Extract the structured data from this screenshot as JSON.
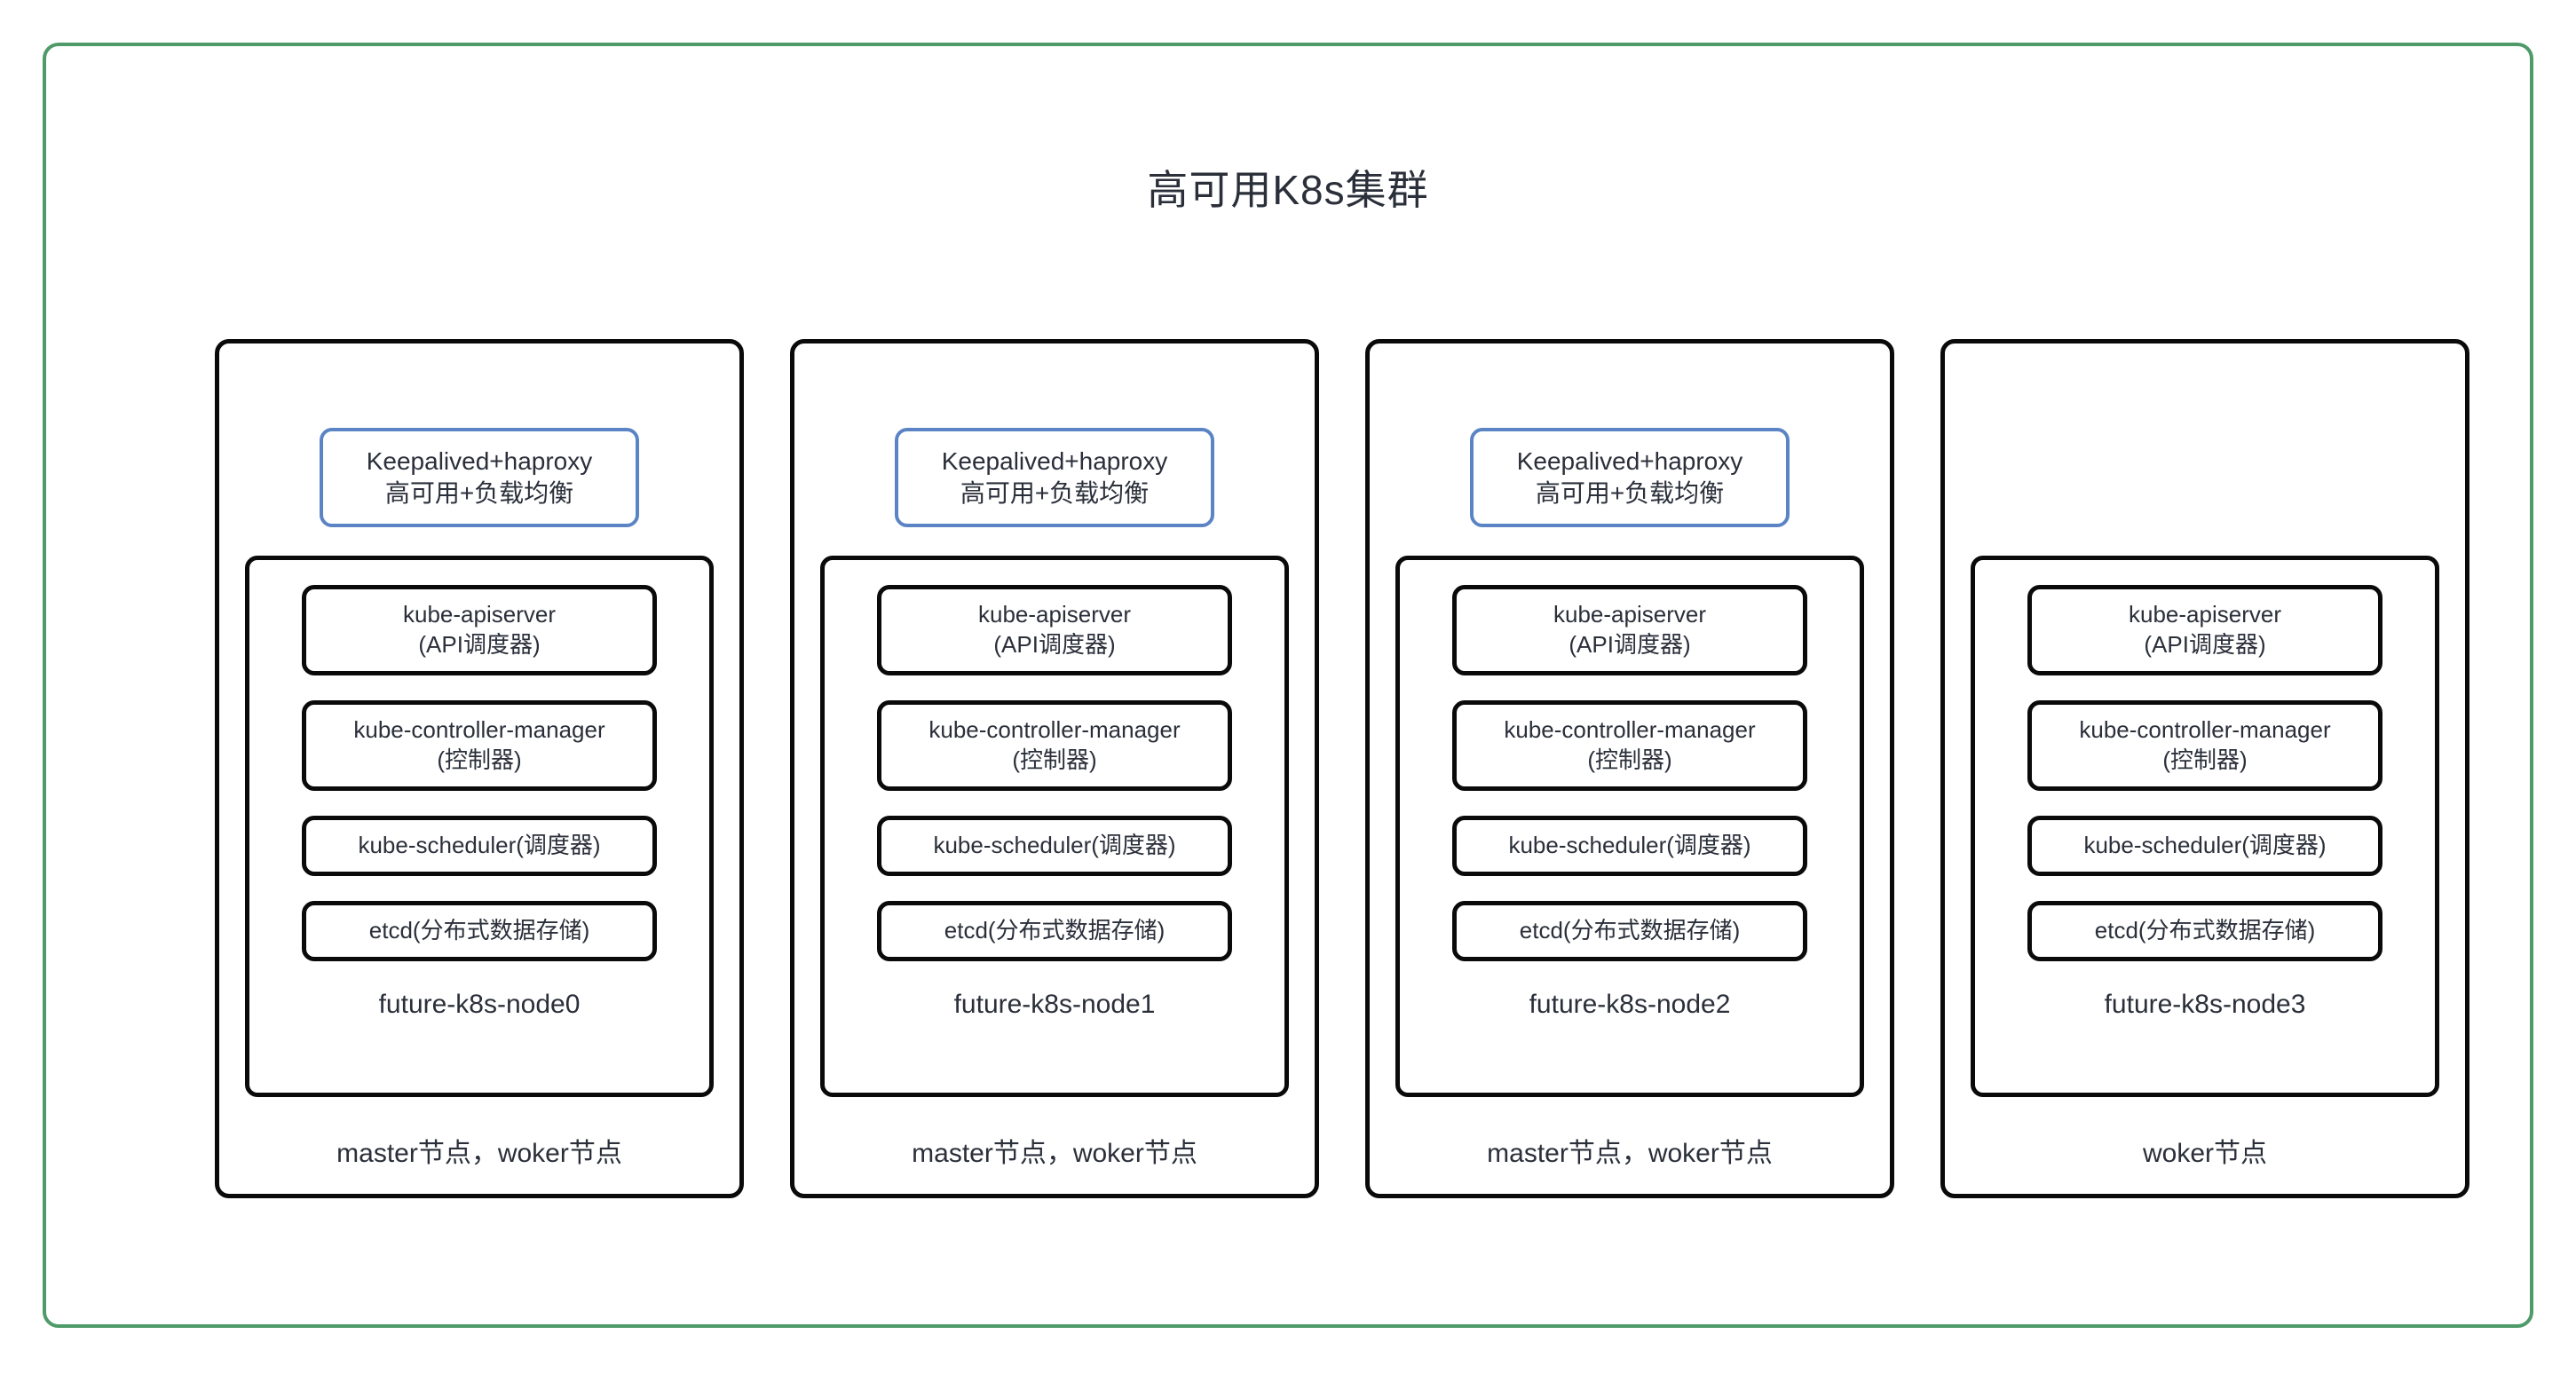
{
  "diagram": {
    "title": "高可用K8s集群",
    "frame_color": "#4e9a68",
    "ha_border_color": "#5b84c4",
    "box_border_color": "#0a0a0a"
  },
  "nodes": [
    {
      "hostname": "future-k8s-node0",
      "role": "master节点，woker节点",
      "has_ha": true,
      "ha": {
        "line1": "Keepalived+haproxy",
        "line2": "高可用+负载均衡"
      },
      "components": [
        {
          "line1": "kube-apiserver",
          "line2": "(API调度器)"
        },
        {
          "line1": "kube-controller-manager",
          "line2": "(控制器)"
        },
        {
          "line1": "kube-scheduler(调度器)",
          "line2": ""
        },
        {
          "line1": "etcd(分布式数据存储)",
          "line2": ""
        }
      ]
    },
    {
      "hostname": "future-k8s-node1",
      "role": "master节点，woker节点",
      "has_ha": true,
      "ha": {
        "line1": "Keepalived+haproxy",
        "line2": "高可用+负载均衡"
      },
      "components": [
        {
          "line1": "kube-apiserver",
          "line2": "(API调度器)"
        },
        {
          "line1": "kube-controller-manager",
          "line2": "(控制器)"
        },
        {
          "line1": "kube-scheduler(调度器)",
          "line2": ""
        },
        {
          "line1": "etcd(分布式数据存储)",
          "line2": ""
        }
      ]
    },
    {
      "hostname": "future-k8s-node2",
      "role": "master节点，woker节点",
      "has_ha": true,
      "ha": {
        "line1": "Keepalived+haproxy",
        "line2": "高可用+负载均衡"
      },
      "components": [
        {
          "line1": "kube-apiserver",
          "line2": "(API调度器)"
        },
        {
          "line1": "kube-controller-manager",
          "line2": "(控制器)"
        },
        {
          "line1": "kube-scheduler(调度器)",
          "line2": ""
        },
        {
          "line1": "etcd(分布式数据存储)",
          "line2": ""
        }
      ]
    },
    {
      "hostname": "future-k8s-node3",
      "role": "woker节点",
      "has_ha": false,
      "ha": {
        "line1": "",
        "line2": ""
      },
      "components": [
        {
          "line1": "kube-apiserver",
          "line2": "(API调度器)"
        },
        {
          "line1": "kube-controller-manager",
          "line2": "(控制器)"
        },
        {
          "line1": "kube-scheduler(调度器)",
          "line2": ""
        },
        {
          "line1": "etcd(分布式数据存储)",
          "line2": ""
        }
      ]
    }
  ]
}
